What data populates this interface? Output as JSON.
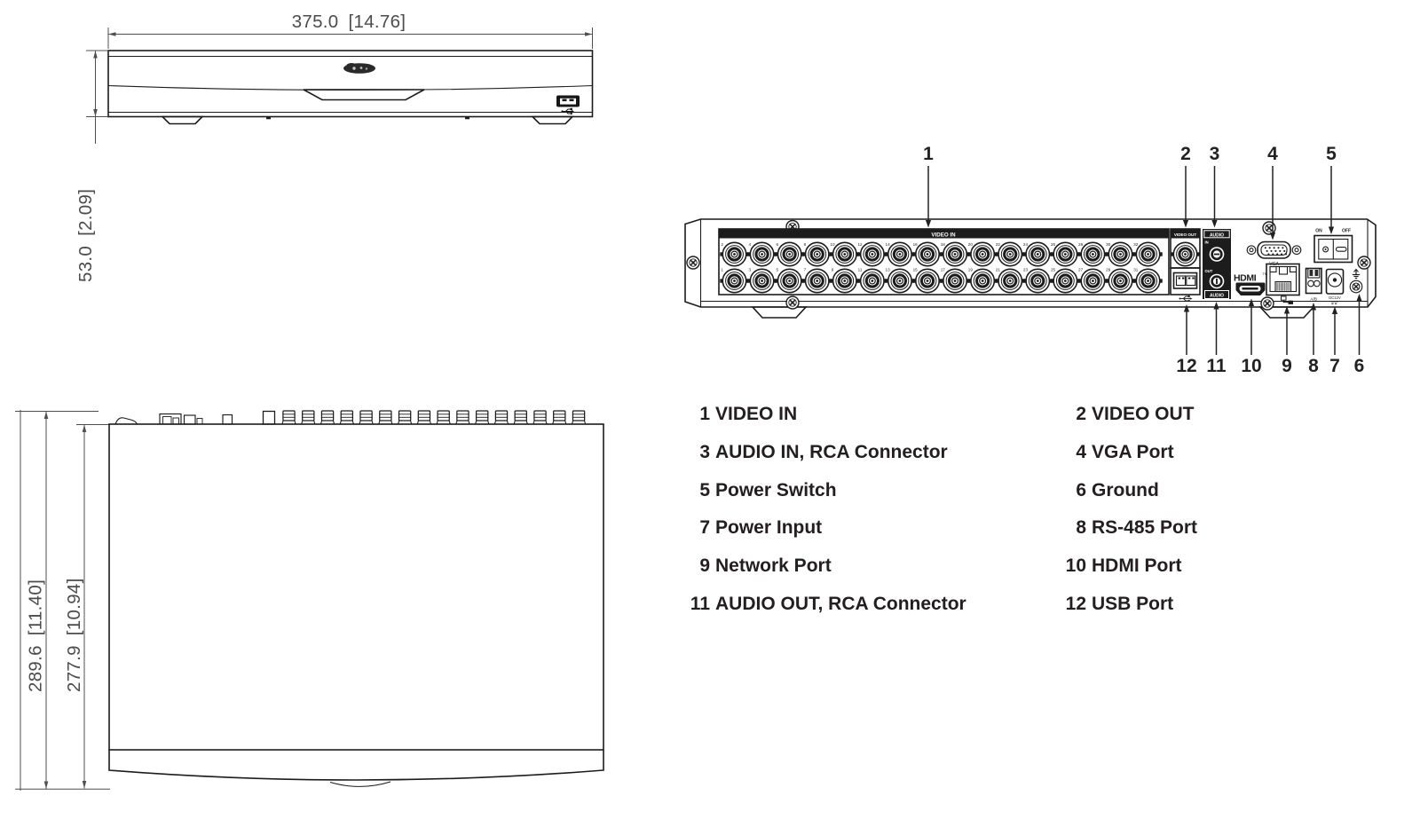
{
  "front_view": {
    "width_dim": "375.0 [14.76]",
    "height_dim": "53.0 [2.09]",
    "logo_icon": "dahua-logo"
  },
  "top_view": {
    "overall_height_dim": "289.6 [11.40]",
    "body_height_dim": "277.9 [10.94]"
  },
  "rear_view": {
    "labels": {
      "video_in": "VIDEO IN",
      "video_out": "VIDEO OUT",
      "audio": "AUDIO",
      "audio_in": "IN",
      "audio_out": "OUT",
      "vga": "VGA",
      "hdmi": "HDMI",
      "hdmi_tm": "TM",
      "power_on": "ON",
      "power_off": "OFF",
      "rs485": "A/B",
      "dc_power": "DC12V"
    },
    "bnc_top_numbers": [
      "2",
      "4",
      "6",
      "8",
      "10",
      "12",
      "14",
      "16",
      "18",
      "20",
      "22",
      "24",
      "26",
      "28",
      "30",
      "32"
    ],
    "bnc_bottom_numbers": [
      "1",
      "3",
      "5",
      "7",
      "9",
      "11",
      "13",
      "15",
      "17",
      "19",
      "21",
      "23",
      "25",
      "27",
      "29",
      "31"
    ],
    "callouts_top": [
      "1",
      "2",
      "3",
      "4",
      "5"
    ],
    "callouts_bottom": [
      "12",
      "11",
      "10",
      "9",
      "8",
      "7",
      "6"
    ]
  },
  "legend": {
    "rows": [
      {
        "left_num": "1",
        "left_label": "VIDEO IN",
        "right_num": "2",
        "right_label": "VIDEO OUT"
      },
      {
        "left_num": "3",
        "left_label": "AUDIO IN, RCA Connector",
        "right_num": "4",
        "right_label": "VGA Port"
      },
      {
        "left_num": "5",
        "left_label": "Power Switch",
        "right_num": "6",
        "right_label": "Ground"
      },
      {
        "left_num": "7",
        "left_label": "Power Input",
        "right_num": "8",
        "right_label": "RS-485 Port"
      },
      {
        "left_num": "9",
        "left_label": "Network Port",
        "right_num": "10",
        "right_label": "HDMI Port"
      },
      {
        "left_num": "11",
        "left_label": "AUDIO OUT, RCA Connector",
        "right_num": "12",
        "right_label": "USB Port"
      }
    ]
  }
}
